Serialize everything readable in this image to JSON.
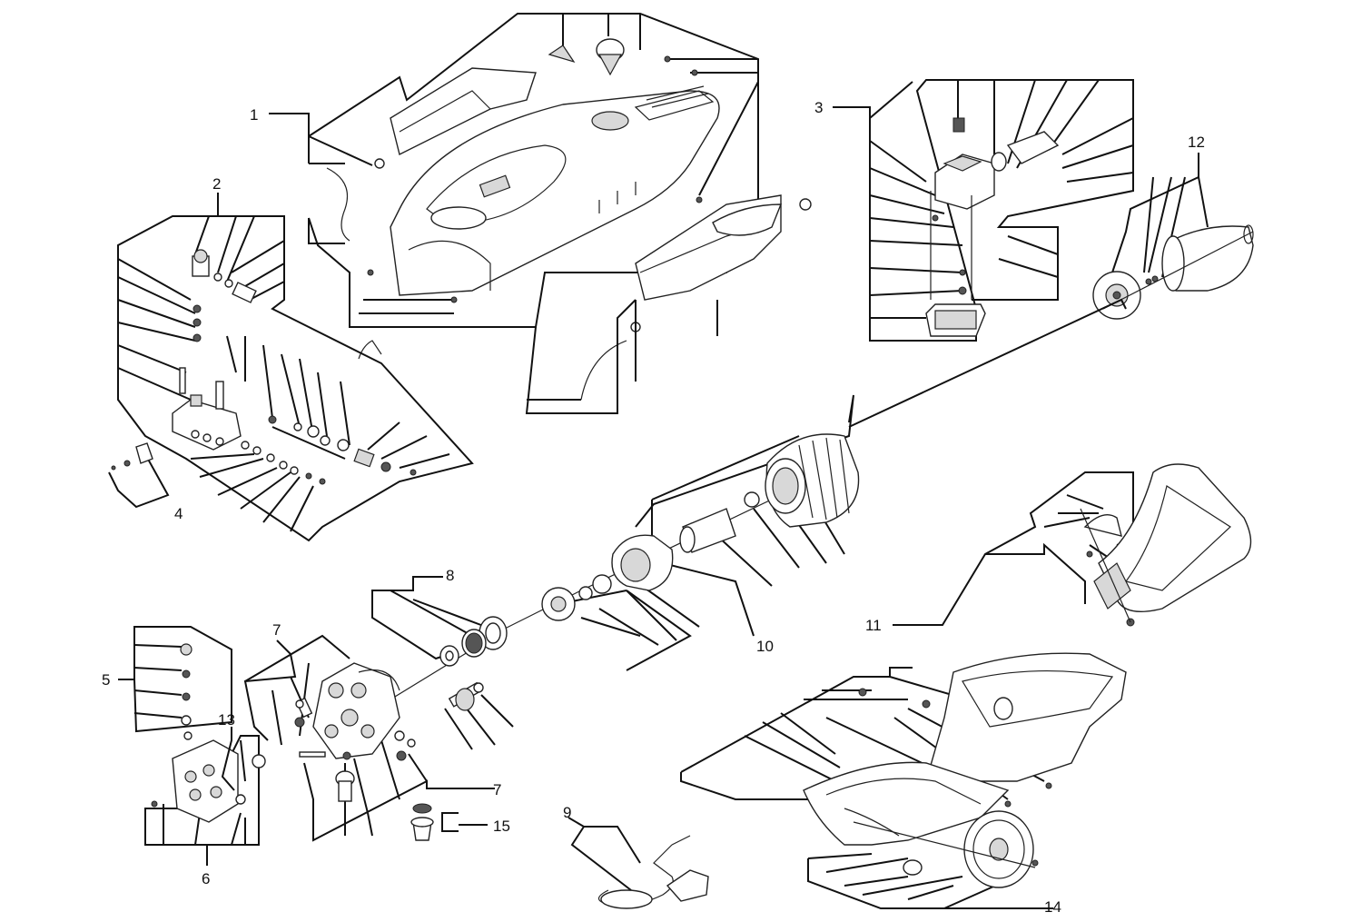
{
  "callouts": {
    "c1": "1",
    "c2": "2",
    "c3": "3",
    "c4": "4",
    "c5": "5",
    "c6": "6",
    "c7a": "7",
    "c7b": "7",
    "c8": "8",
    "c9": "9",
    "c10": "10",
    "c11": "11",
    "c12": "12",
    "c13": "13",
    "c14": "14",
    "c15": "15"
  }
}
